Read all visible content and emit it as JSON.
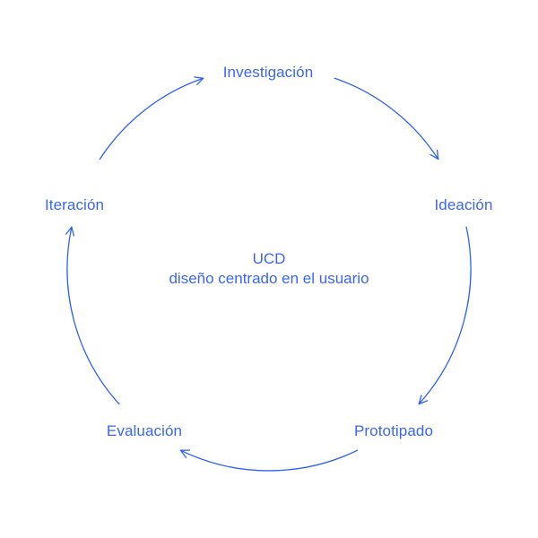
{
  "diagram": {
    "title": "UCD",
    "subtitle": "diseño centrado en el usuario",
    "color": "#2f62f0",
    "stages": [
      {
        "label": "Investigación"
      },
      {
        "label": "Ideación"
      },
      {
        "label": "Prototipado"
      },
      {
        "label": "Evaluación"
      },
      {
        "label": "Iteración"
      }
    ],
    "flow": "clockwise"
  }
}
